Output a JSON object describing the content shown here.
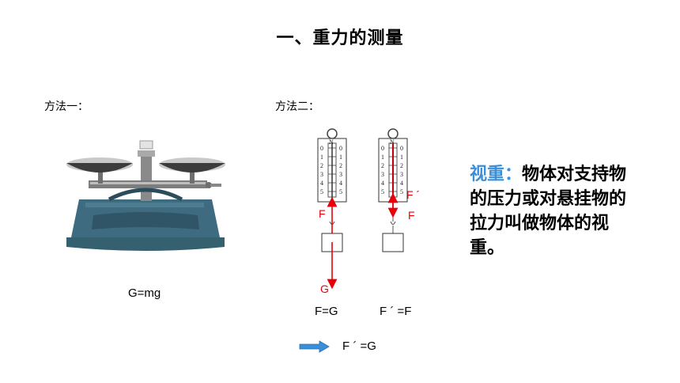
{
  "title": "一、重力的测量",
  "method1": {
    "label": "方法一：",
    "formula": "G=mg"
  },
  "method2": {
    "label": "方法二：",
    "scale_top_mark": "N",
    "ticks": [
      "0",
      "1",
      "2",
      "3",
      "4",
      "5"
    ],
    "left_forces": {
      "F": "F",
      "G": "G"
    },
    "right_forces": {
      "F_prime": "F ´",
      "F": "F"
    },
    "caption_left": "F=G",
    "caption_right": "F ´ =F",
    "result": "F ´ =G"
  },
  "definition": {
    "term": "视重：",
    "text": "物体对支持物的压力或对悬挂物的拉力叫做物体的视重。"
  },
  "colors": {
    "force_arrow": "#e8000b",
    "term": "#3a8fd8",
    "arrow_fill": "#3a8fd8"
  }
}
